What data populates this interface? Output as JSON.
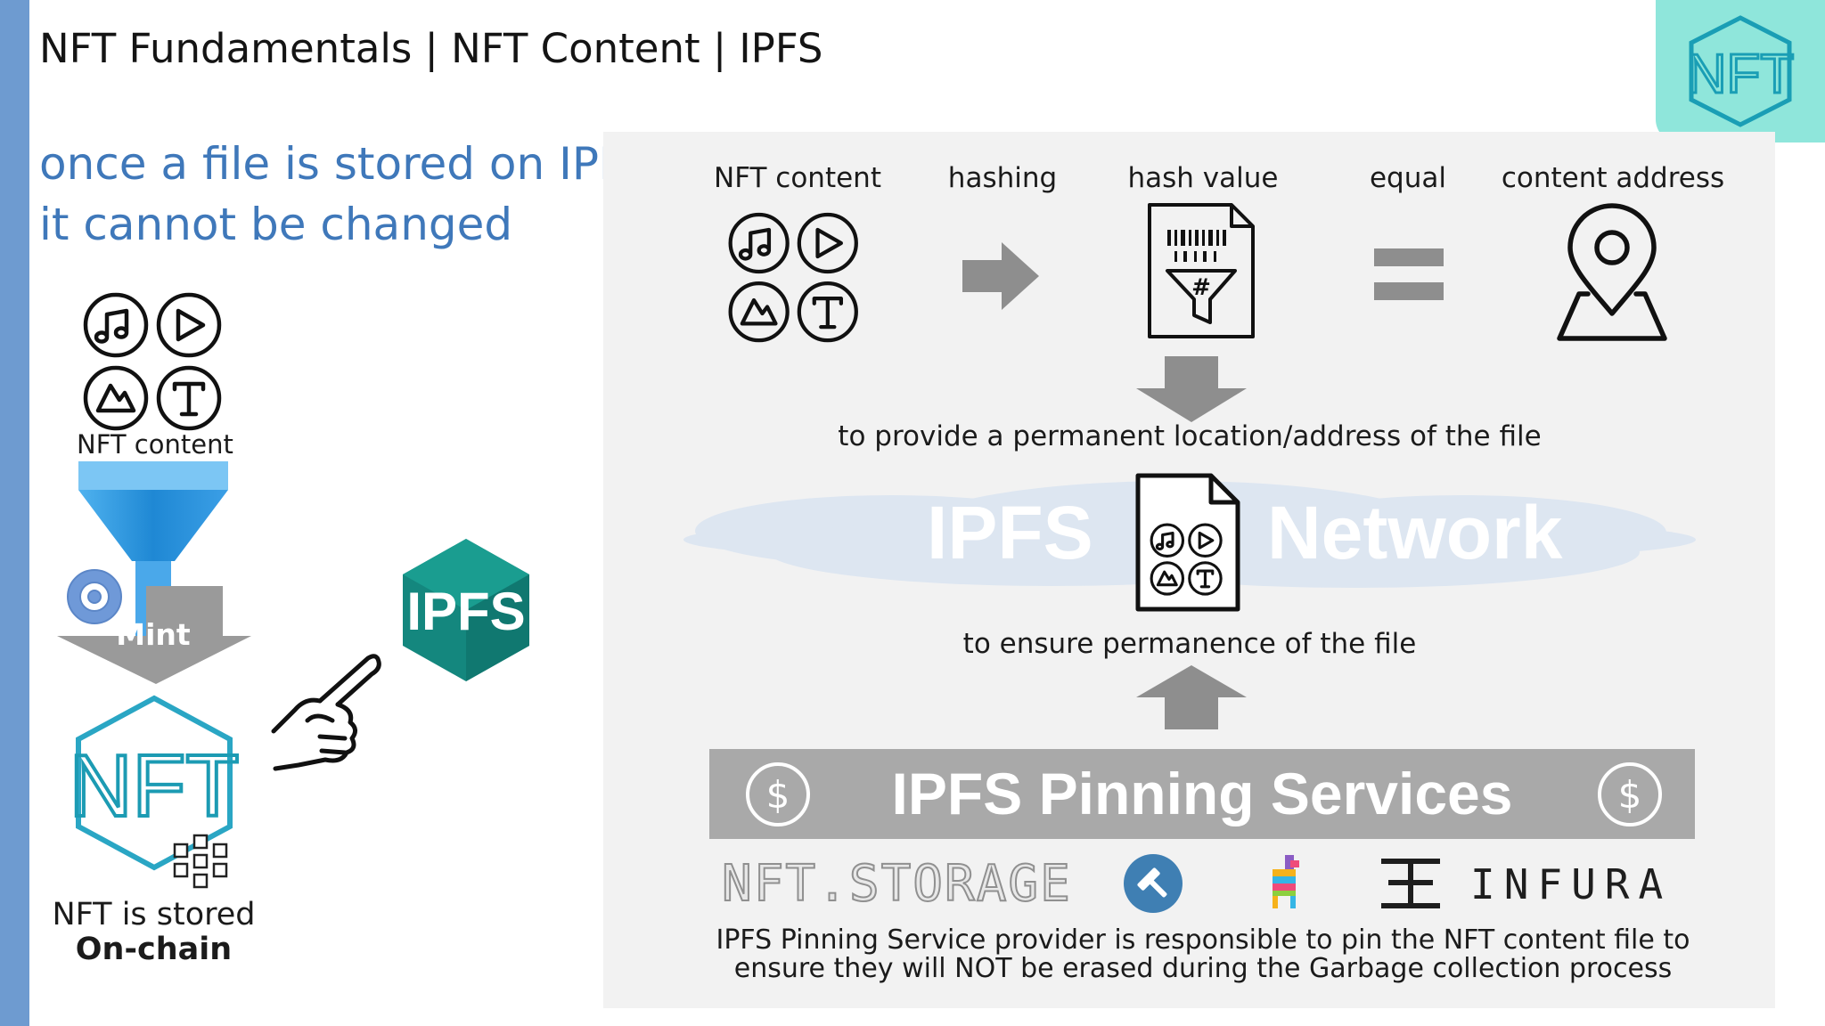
{
  "slide": {
    "title": "NFT Fundamentals | NFT Content | IPFS",
    "subtitle_line1": "once a file is stored on IPFS",
    "subtitle_line2": "it cannot be changed",
    "badge_logo": "NFT",
    "accent_color": "#3f78ba",
    "sidebar_color": "#6e9bd0",
    "badge_color": "#8fe6db"
  },
  "left": {
    "nft_content_label": "NFT content",
    "mint_label": "Mint",
    "nft_logo": "NFT",
    "stored_line1": "NFT is stored",
    "stored_line2": "On-chain",
    "ipfs_logo": "IPFS",
    "icons": [
      "music-note-icon",
      "play-icon",
      "image-icon",
      "text-icon",
      "funnel-icon",
      "gear-icon",
      "pointing-hand-icon",
      "blockchain-icon"
    ]
  },
  "flow": {
    "labels": {
      "nft_content": "NFT content",
      "hashing": "hashing",
      "hash_value": "hash value",
      "equal": "equal",
      "content_address": "content address"
    },
    "hash_symbol": "#",
    "permanent_location": "to provide a permanent location/address of the file",
    "network_word1": "IPFS",
    "network_word2": "Network",
    "ensure_permanence": "to ensure permanence of the file"
  },
  "pinning": {
    "title": "IPFS Pinning Services",
    "currency_symbol": "$",
    "bar_color": "#a9a9a9",
    "providers": {
      "nft_storage": "NFT.STORAGE",
      "infura": "INFURA"
    },
    "note_line1": "IPFS Pinning Service provider is responsible to pin the NFT content file to",
    "note_line2": "ensure they will NOT be erased during the Garbage collection process"
  }
}
